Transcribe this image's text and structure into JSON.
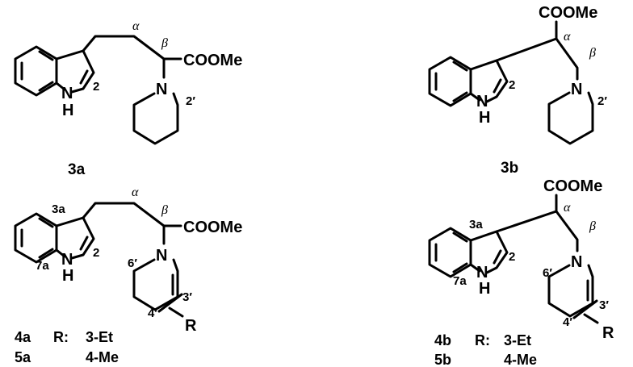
{
  "atoms": {
    "ester": "COOMe",
    "n_indole": "N",
    "h_indole": "H",
    "n_ring": "N",
    "r_group": "R"
  },
  "greek": {
    "alpha": "α",
    "beta": "β"
  },
  "locants": {
    "c2": "2",
    "c2p": "2′",
    "c3a": "3a",
    "c7a": "7a",
    "c6p": "6′",
    "c3p": "3′",
    "c4p": "4′"
  },
  "compounds": {
    "c3a": "3a",
    "c3b": "3b"
  },
  "legends": {
    "left": [
      {
        "id": "4a",
        "r": "R:",
        "sub": "3-Et"
      },
      {
        "id": "5a",
        "r": "",
        "sub": "4-Me"
      }
    ],
    "right": [
      {
        "id": "4b",
        "r": "R:",
        "sub": "3-Et"
      },
      {
        "id": "5b",
        "r": "",
        "sub": "4-Me"
      }
    ]
  }
}
